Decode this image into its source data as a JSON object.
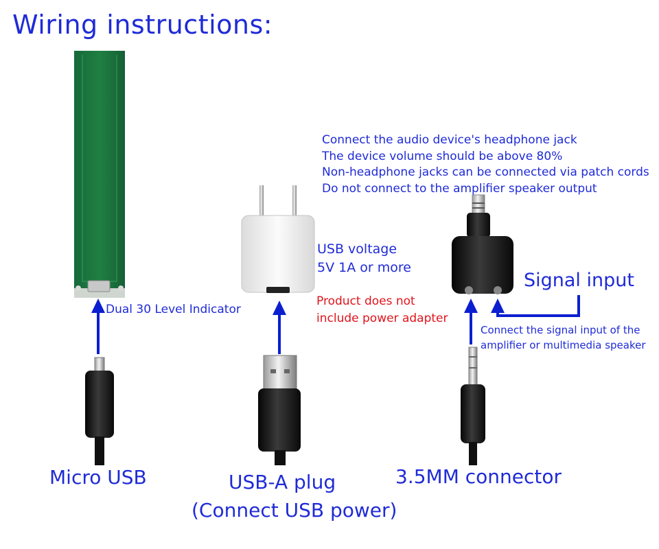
{
  "title": "Wiring instructions:",
  "board_label": "Dual 30 Level Indicator",
  "audio_notes": [
    "Connect the audio device's headphone jack",
    "The device volume should be above 80%",
    "Non-headphone jacks can be connected via patch cords",
    "Do not connect to the amplifier speaker output"
  ],
  "usb_voltage": [
    "USB voltage",
    "5V 1A or more"
  ],
  "adapter_note": [
    "Product does not",
    "include power adapter"
  ],
  "signal_input_label": "Signal input",
  "signal_input_note": [
    "Connect the signal input of the",
    "amplifier or multimedia speaker"
  ],
  "connectors": {
    "micro_usb": "Micro USB",
    "usb_a": [
      "USB-A plug",
      "(Connect USB power)"
    ],
    "jack": "3.5MM connector"
  },
  "colors": {
    "text_blue": "#1f2bd6",
    "text_red": "#e0141c",
    "arrow_blue": "#0b1fd0",
    "pcb_green": "#1d7a3e"
  }
}
